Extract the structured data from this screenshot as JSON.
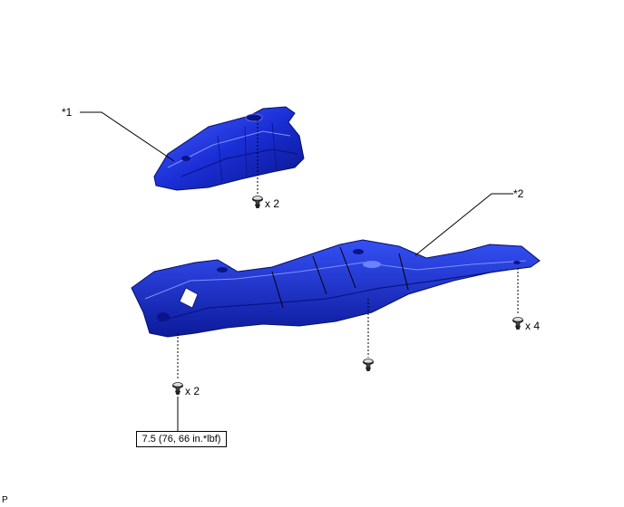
{
  "callouts": {
    "part1": "*1",
    "part2": "*2"
  },
  "quantities": {
    "q1": "x 2",
    "q2": "x 4",
    "q3": "x 2"
  },
  "torque": {
    "spec": "7.5 (76, 66 in.*lbf)"
  },
  "corner_mark": "P",
  "colors": {
    "part_fill": "#1a2fd6",
    "part_dark": "#0a1488",
    "part_light": "#4a63ff",
    "line": "#000000"
  },
  "icons": [
    "clip-icon",
    "clip-icon",
    "clip-icon",
    "bolt-icon"
  ]
}
